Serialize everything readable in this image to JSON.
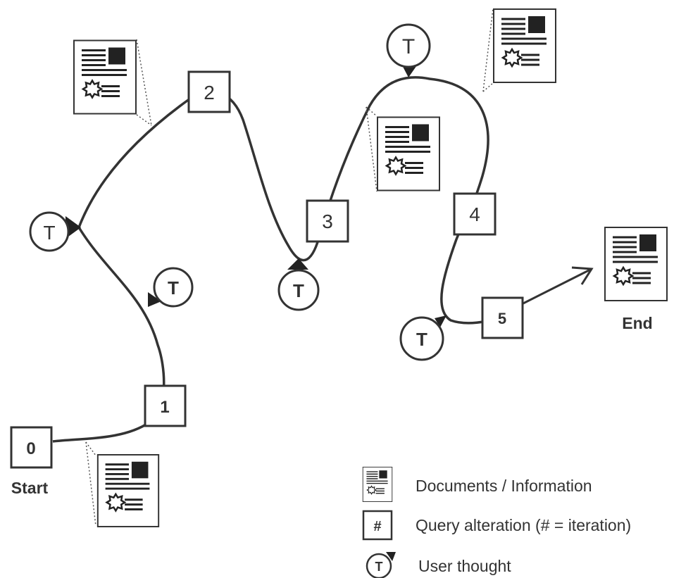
{
  "iterations": {
    "q0": "0",
    "q1": "1",
    "q2": "2",
    "q3": "3",
    "q4": "4",
    "q5": "5"
  },
  "thought_symbol": "T",
  "start_label": "Start",
  "end_label": "End",
  "legend": {
    "documents": "Documents / Information",
    "query_symbol": "#",
    "query": "Query alteration (# = iteration)",
    "thought_symbol": "T",
    "thought": "User thought"
  },
  "colors": {
    "stroke": "#333333",
    "fill": "#ffffff",
    "dark": "#222222",
    "dotted": "#555555"
  }
}
